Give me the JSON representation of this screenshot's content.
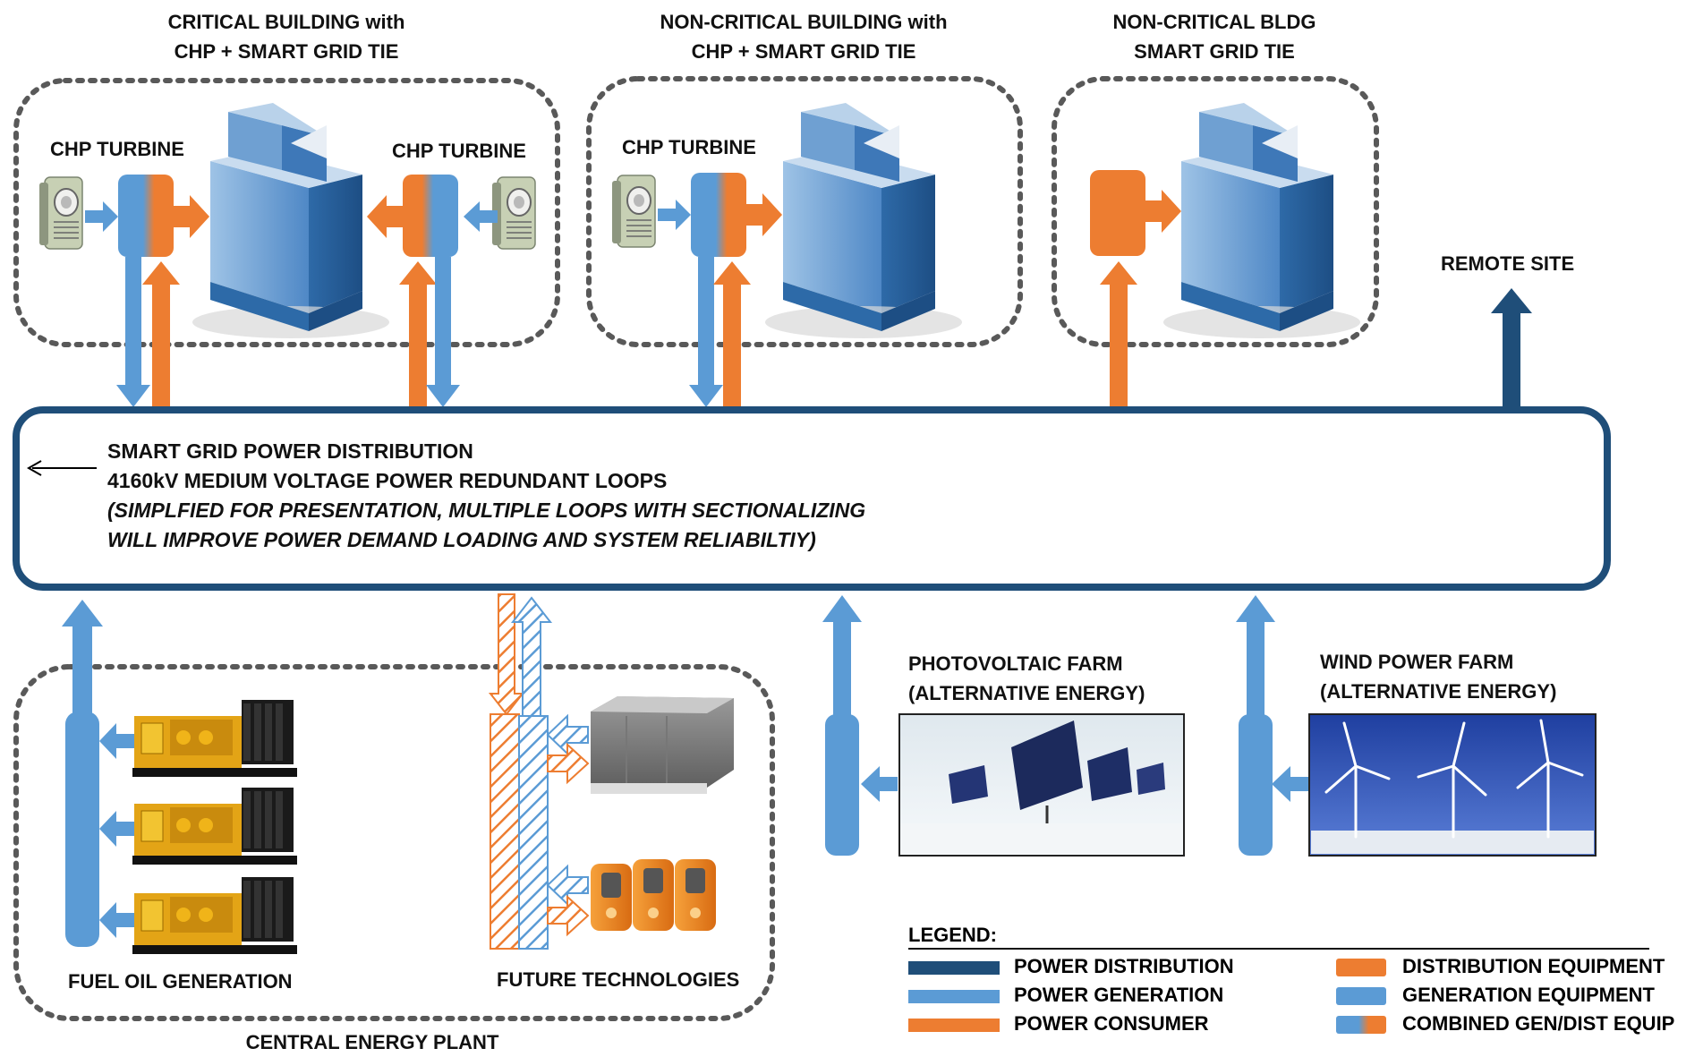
{
  "colors": {
    "distribution": "#1f4e79",
    "generation": "#5b9bd5",
    "consumer": "#ed7d31",
    "dotted_border": "#595959"
  },
  "buildings": [
    {
      "id": "critical",
      "title_line1": "CRITICAL BUILDING with",
      "title_line2": "CHP + SMART GRID TIE"
    },
    {
      "id": "noncritical-chp",
      "title_line1": "NON-CRITICAL BUILDING with",
      "title_line2": "CHP + SMART GRID TIE"
    },
    {
      "id": "noncritical-tie",
      "title_line1": "NON-CRITICAL BLDG",
      "title_line2": "SMART GRID TIE"
    }
  ],
  "chp_labels": [
    "CHP TURBINE",
    "CHP TURBINE",
    "CHP TURBINE"
  ],
  "remote_site": "REMOTE SITE",
  "smart_grid": {
    "line1": "SMART GRID POWER DISTRIBUTION",
    "line2": "4160kV MEDIUM VOLTAGE POWER REDUNDANT LOOPS",
    "line3": "(SIMPLFIED FOR PRESENTATION, MULTIPLE LOOPS WITH SECTIONALIZING",
    "line4": "WILL IMPROVE POWER DEMAND LOADING AND SYSTEM RELIABILTIY)"
  },
  "photovoltaic": {
    "line1": "PHOTOVOLTAIC FARM",
    "line2": "(ALTERNATIVE ENERGY)"
  },
  "wind": {
    "line1": "WIND POWER FARM",
    "line2": "(ALTERNATIVE ENERGY)"
  },
  "central_plant": {
    "title": "CENTRAL ENERGY PLANT",
    "fuel_oil": "FUEL OIL GENERATION",
    "future": "FUTURE TECHNOLOGIES"
  },
  "legend": {
    "title": "LEGEND:",
    "items": [
      {
        "label": "POWER DISTRIBUTION",
        "swatch": "distribution"
      },
      {
        "label": "POWER GENERATION",
        "swatch": "generation"
      },
      {
        "label": "POWER CONSUMER",
        "swatch": "consumer"
      },
      {
        "label": "DISTRIBUTION EQUIPMENT",
        "swatch": "consumer-box"
      },
      {
        "label": "GENERATION EQUIPMENT",
        "swatch": "generation-box"
      },
      {
        "label": "COMBINED GEN/DIST EQUIP",
        "swatch": "combined-box"
      }
    ]
  }
}
